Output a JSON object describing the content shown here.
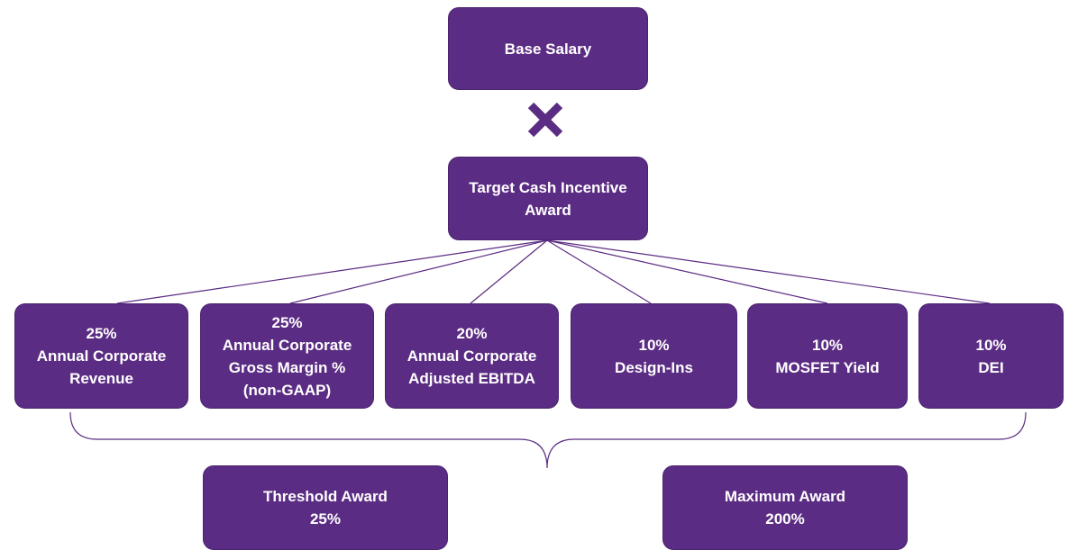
{
  "base": {
    "lines": [
      "Base Salary"
    ]
  },
  "target": {
    "lines": [
      "Target Cash Incentive",
      "Award"
    ]
  },
  "metrics": [
    {
      "lines": [
        "25%",
        "Annual Corporate",
        "Revenue"
      ]
    },
    {
      "lines": [
        "25%",
        "Annual Corporate",
        "Gross Margin %",
        "(non-GAAP)"
      ]
    },
    {
      "lines": [
        "20%",
        "Annual Corporate",
        "Adjusted EBITDA"
      ]
    },
    {
      "lines": [
        "10%",
        "Design-Ins"
      ]
    },
    {
      "lines": [
        "10%",
        "MOSFET Yield"
      ]
    },
    {
      "lines": [
        "10%",
        "DEI"
      ]
    }
  ],
  "threshold": {
    "lines": [
      "Threshold Award",
      "25%"
    ]
  },
  "maximum": {
    "lines": [
      "Maximum Award",
      "200%"
    ]
  },
  "colors": {
    "box_fill": "#5b2c83",
    "line": "#5b2c83",
    "text": "#ffffff"
  },
  "icons": {
    "operator": "multiply-icon"
  }
}
